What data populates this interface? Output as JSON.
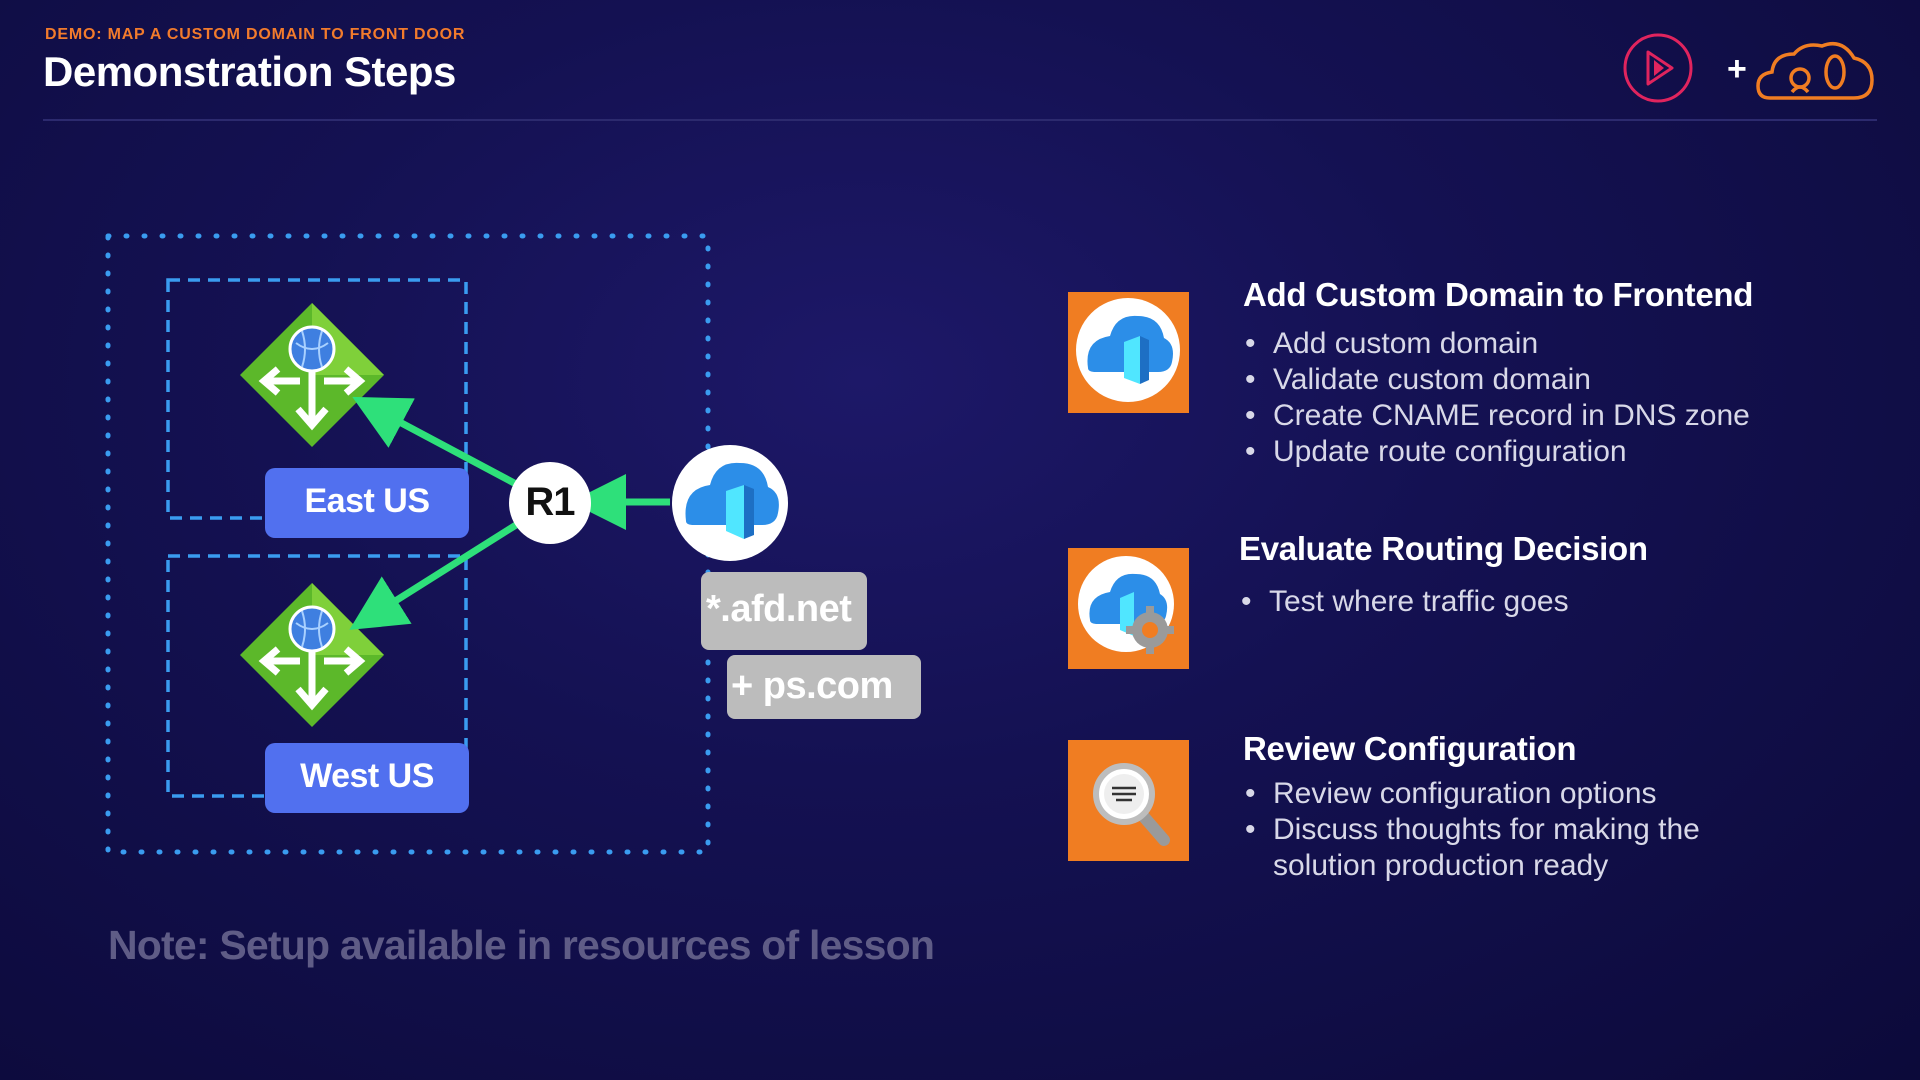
{
  "header": {
    "eyebrow": "DEMO: MAP A CUSTOM DOMAIN TO FRONT DOOR",
    "title": "Demonstration Steps",
    "plus": "+"
  },
  "diagram": {
    "regions": [
      {
        "label": "East US"
      },
      {
        "label": "West US"
      }
    ],
    "router": "R1",
    "domains": [
      "*.afd.net",
      "+ ps.com"
    ]
  },
  "steps": [
    {
      "title": "Add Custom Domain to Frontend",
      "icon": "front-door-icon",
      "bullets": [
        "Add custom domain",
        "Validate custom domain",
        "Create CNAME record in DNS zone",
        "Update route configuration"
      ]
    },
    {
      "title": "Evaluate Routing Decision",
      "icon": "front-door-settings-icon",
      "bullets": [
        "Test where traffic goes"
      ]
    },
    {
      "title": "Review Configuration",
      "icon": "magnifier-icon",
      "bullets": [
        "Review configuration options",
        "Discuss thoughts for making the",
        "solution production ready"
      ]
    }
  ],
  "note": "Note: Setup available in resources of lesson",
  "colors": {
    "accent_orange": "#f07d22",
    "pluralsight_red": "#e0245e",
    "region_pill": "#5170ef",
    "arrow_green": "#2ee07a",
    "dashed_blue": "#3a9cf0"
  }
}
